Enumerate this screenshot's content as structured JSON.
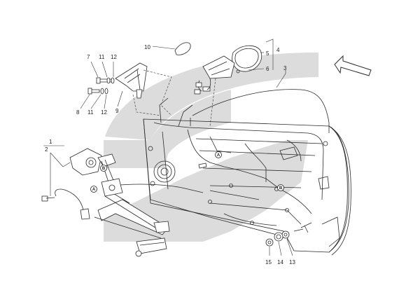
{
  "callouts": [
    {
      "id": "c1",
      "text": "1"
    },
    {
      "id": "c2",
      "text": "2"
    },
    {
      "id": "c3",
      "text": "3"
    },
    {
      "id": "c4",
      "text": "4"
    },
    {
      "id": "c5",
      "text": "5"
    },
    {
      "id": "c6",
      "text": "6"
    },
    {
      "id": "c7",
      "text": "7"
    },
    {
      "id": "c8",
      "text": "8"
    },
    {
      "id": "c9",
      "text": "9"
    },
    {
      "id": "c10",
      "text": "10"
    },
    {
      "id": "c11a",
      "text": "11"
    },
    {
      "id": "c11b",
      "text": "11"
    },
    {
      "id": "c12a",
      "text": "12"
    },
    {
      "id": "c12b",
      "text": "12"
    },
    {
      "id": "c13",
      "text": "13"
    },
    {
      "id": "c14",
      "text": "14"
    },
    {
      "id": "c15",
      "text": "15"
    }
  ],
  "markers": [
    {
      "id": "mA1",
      "text": "A"
    },
    {
      "id": "mA2",
      "text": "A"
    },
    {
      "id": "mB1",
      "text": "B"
    },
    {
      "id": "mB2",
      "text": "B"
    }
  ],
  "colors": {
    "band": "#dcdcdc",
    "line": "#2a2a2a",
    "background": "#ffffff"
  },
  "icons": {
    "direction": "arrow-icon"
  }
}
